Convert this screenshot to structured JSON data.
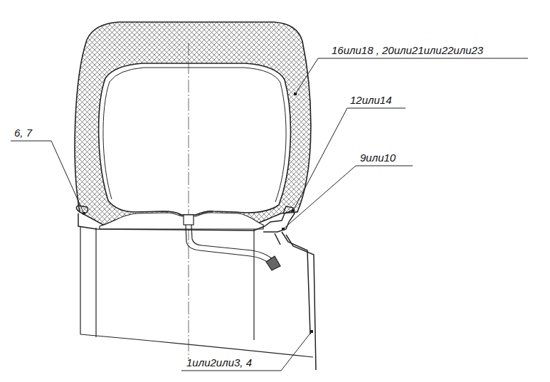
{
  "diagram": {
    "labels": [
      "16или18 , 20или21или22или23",
      "12или14",
      "6, 7",
      "9или10",
      "1или2или3, 4"
    ]
  }
}
